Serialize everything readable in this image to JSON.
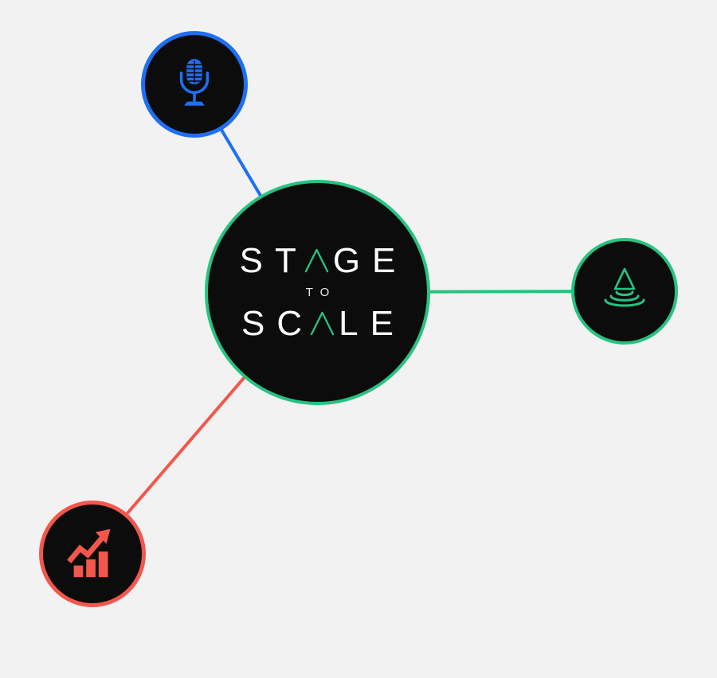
{
  "title": "Stage to Scale network logo",
  "logo": {
    "full_text": "STAGE TO SCALE",
    "line1_pre": "ST",
    "line1_post": "GE",
    "line2": "TO",
    "line3_pre": "SC",
    "line3_post": "LE"
  },
  "colors": {
    "background": "#f2f2f2",
    "node_fill": "#0c0c0c",
    "green": "#27c281",
    "blue": "#1e6ff4",
    "red": "#f3574c",
    "text": "#ffffff"
  },
  "nodes": [
    {
      "id": "center",
      "type": "logo-circle",
      "border_color": "#27c281"
    },
    {
      "id": "microphone",
      "icon": "microphone-icon",
      "border_color": "#1e6ff4"
    },
    {
      "id": "ripple",
      "icon": "ripple-icon",
      "border_color": "#27c281"
    },
    {
      "id": "growth-chart",
      "icon": "growth-chart-icon",
      "border_color": "#f3574c"
    }
  ],
  "connectors": [
    {
      "from": "center",
      "to": "microphone",
      "color": "#1e6ff4"
    },
    {
      "from": "center",
      "to": "ripple",
      "color": "#27c281"
    },
    {
      "from": "center",
      "to": "growth-chart",
      "color": "#f3574c"
    }
  ]
}
